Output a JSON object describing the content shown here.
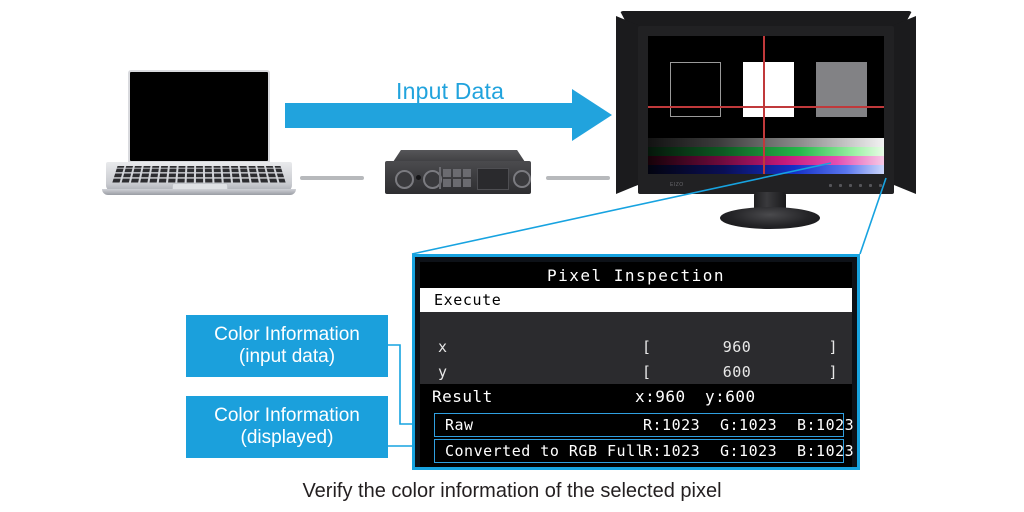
{
  "diagram": {
    "flow_label": "Input Data",
    "caption": "Verify the color information of the selected pixel",
    "accent_color": "#1ba0dc",
    "arrow_color": "#21a3dd",
    "crosshair_color": "#c0393b",
    "monitor_brand": "EIZO"
  },
  "callouts": [
    {
      "line1": "Color Information",
      "line2": "(input data)"
    },
    {
      "line1": "Color Information",
      "line2": "(displayed)"
    }
  ],
  "osd": {
    "title": "Pixel Inspection",
    "execute_label": "Execute",
    "fields": [
      {
        "label": "x",
        "bracket_left": "[",
        "value": "960",
        "bracket_right": "]"
      },
      {
        "label": "y",
        "bracket_left": "[",
        "value": "600",
        "bracket_right": "]"
      }
    ],
    "result": {
      "label": "Result",
      "x": "x:960",
      "y": "y:600"
    },
    "rows": [
      {
        "name": "Raw",
        "r": "R:1023",
        "g": "G:1023",
        "b": "B:1023"
      },
      {
        "name": "Converted to RGB Full",
        "r": "R:1023",
        "g": "G:1023",
        "b": "B:1023"
      }
    ]
  },
  "screen_pattern": {
    "squares": [
      "outline-black",
      "white",
      "gray"
    ],
    "gradient_bars": [
      "grayscale",
      "green",
      "magenta",
      "blue"
    ]
  }
}
